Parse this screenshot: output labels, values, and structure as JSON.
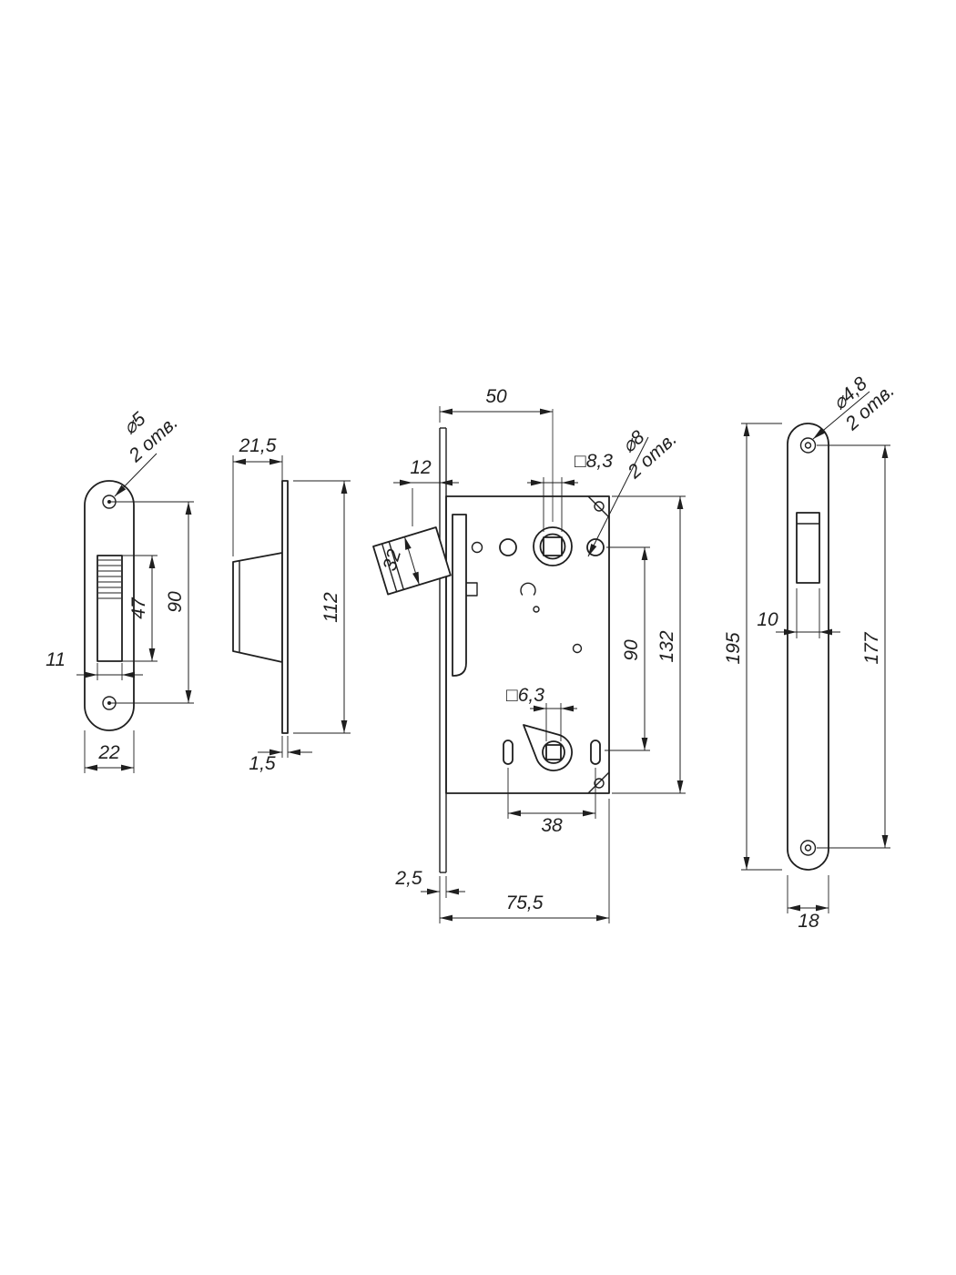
{
  "colors": {
    "line": "#1f1f1f",
    "background": "#ffffff"
  },
  "views": {
    "strike_plate_front": {
      "dia": "⌀5",
      "qty": "2 отв.",
      "holes_span": "90",
      "window_h": "47",
      "window_w": "11",
      "width": "22"
    },
    "strike_plate_side": {
      "depth": "21,5",
      "height": "112",
      "thickness": "1,5"
    },
    "lock_body": {
      "backset": "50",
      "latch_offset": "12",
      "latch_width": "32",
      "sq_spindle": "□8,3",
      "dia": "⌀8",
      "qty": "2 отв.",
      "hubs_span": "90",
      "height": "132",
      "sq_wc": "□6,3",
      "slots_span": "38",
      "face_thickness": "2,5",
      "depth": "75,5"
    },
    "faceplate_front": {
      "dia": "⌀4,8",
      "qty": "2 отв.",
      "window_w": "10",
      "screws_span": "177",
      "height": "195",
      "width": "18"
    }
  }
}
